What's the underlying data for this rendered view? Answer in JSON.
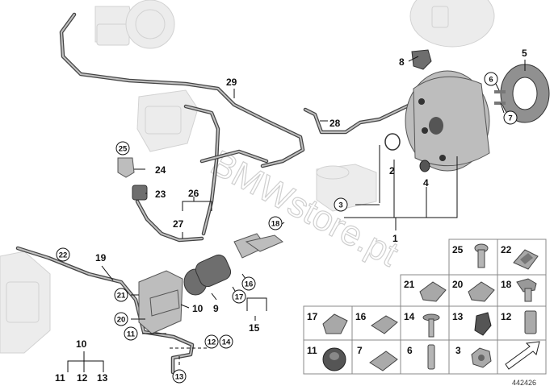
{
  "diagram": {
    "figure_number": "442426",
    "watermark": "BMWstore.pt",
    "callouts": {
      "p1": "1",
      "p2": "2",
      "p3": "3",
      "p4": "4",
      "p5": "5",
      "p6": "6",
      "p7": "7",
      "p8": "8",
      "p9": "9",
      "p10": "10",
      "p10b": "10",
      "p11a": "11",
      "p11b": "11",
      "p12": "12",
      "p12b": "12",
      "p13a": "13",
      "p13b": "13",
      "p14": "14",
      "p15": "15",
      "p16": "16",
      "p17": "17",
      "p18": "18",
      "p19": "19",
      "p20": "20",
      "p21": "21",
      "p22": "22",
      "p23": "23",
      "p24": "24",
      "p25": "25",
      "p26": "26",
      "p27": "27",
      "p28": "28",
      "p29": "29"
    },
    "grid": {
      "g25": "25",
      "g22": "22",
      "g21": "21",
      "g20": "20",
      "g18": "18",
      "g17": "17",
      "g16": "16",
      "g14": "14",
      "g13": "13",
      "g12": "12",
      "g11": "11",
      "g7": "7",
      "g6": "6",
      "g3": "3"
    }
  }
}
